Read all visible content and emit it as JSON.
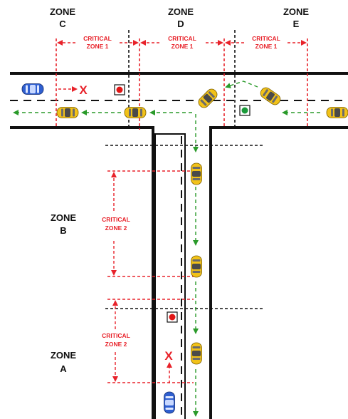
{
  "zones": {
    "c": {
      "line1": "ZONE",
      "line2": "C"
    },
    "d": {
      "line1": "ZONE",
      "line2": "D"
    },
    "e": {
      "line1": "ZONE",
      "line2": "E"
    },
    "b": {
      "line1": "ZONE",
      "line2": "B"
    },
    "a": {
      "line1": "ZONE",
      "line2": "A"
    }
  },
  "critical_zones": {
    "z1_c": {
      "line1": "CRITICAL",
      "line2": "ZONE 1"
    },
    "z1_d": {
      "line1": "CRITICAL",
      "line2": "ZONE 1"
    },
    "z1_e": {
      "line1": "CRITICAL",
      "line2": "ZONE 1"
    },
    "z2_b": {
      "line1": "CRITICAL",
      "line2": "ZONE 2"
    },
    "z2_a": {
      "line1": "CRITICAL",
      "line2": "ZONE 2"
    }
  },
  "marks": {
    "blocked": "X"
  },
  "traffic_lights": {
    "upper_left": "red",
    "upper_right": "green",
    "lower": "red"
  },
  "colors": {
    "road": "#111111",
    "critical": "#e8222a",
    "flow": "#2a9a2a",
    "car_yellow": "#f2c218",
    "car_blue": "#2f5fd0",
    "light_red": "#e01515",
    "light_green": "#1a9a3a"
  }
}
